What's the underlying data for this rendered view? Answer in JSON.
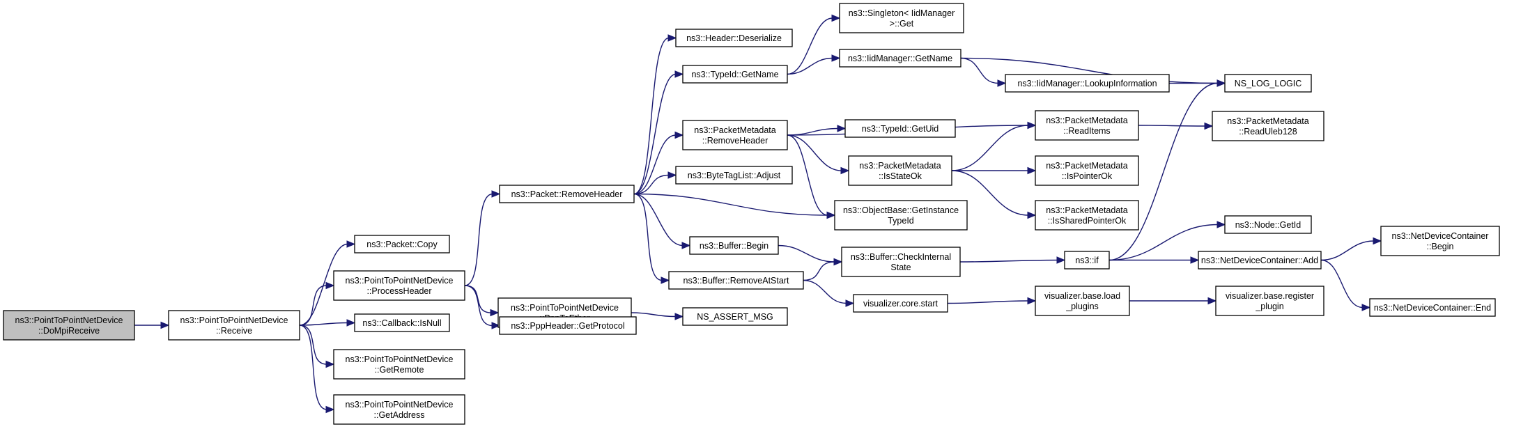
{
  "graph": {
    "type": "call-graph",
    "colors": {
      "edge": "#191970",
      "node_border": "#000000",
      "root_fill": "#bfbfbf",
      "node_fill": "#ffffff"
    },
    "nodes": [
      {
        "id": "n0",
        "lines": [
          "ns3::PointToPointNetDevice",
          "::DoMpiReceive"
        ],
        "root": true
      },
      {
        "id": "n1",
        "lines": [
          "ns3::PointToPointNetDevice",
          "::Receive"
        ]
      },
      {
        "id": "n2",
        "lines": [
          "ns3::Packet::Copy"
        ]
      },
      {
        "id": "n3",
        "lines": [
          "ns3::PointToPointNetDevice",
          "::ProcessHeader"
        ]
      },
      {
        "id": "n4",
        "lines": [
          "ns3::Callback::IsNull"
        ]
      },
      {
        "id": "n5",
        "lines": [
          "ns3::PointToPointNetDevice",
          "::GetRemote"
        ]
      },
      {
        "id": "n6",
        "lines": [
          "ns3::PointToPointNetDevice",
          "::GetAddress"
        ]
      },
      {
        "id": "n7",
        "lines": [
          "ns3::Packet::RemoveHeader"
        ]
      },
      {
        "id": "n8",
        "lines": [
          "ns3::PointToPointNetDevice",
          "::PppToEther"
        ]
      },
      {
        "id": "n9",
        "lines": [
          "ns3::PppHeader::GetProtocol"
        ]
      },
      {
        "id": "n10",
        "lines": [
          "ns3::Header::Deserialize"
        ]
      },
      {
        "id": "n11",
        "lines": [
          "ns3::TypeId::GetName"
        ]
      },
      {
        "id": "n12",
        "lines": [
          "ns3::PacketMetadata",
          "::RemoveHeader"
        ]
      },
      {
        "id": "n13",
        "lines": [
          "ns3::ByteTagList::Adjust"
        ]
      },
      {
        "id": "n14",
        "lines": [
          "ns3::Buffer::Begin"
        ]
      },
      {
        "id": "n15",
        "lines": [
          "ns3::Buffer::RemoveAtStart"
        ]
      },
      {
        "id": "n16",
        "lines": [
          "NS_ASSERT_MSG"
        ]
      },
      {
        "id": "n17",
        "lines": [
          "ns3::Singleton< IidManager",
          ">::Get"
        ]
      },
      {
        "id": "n18",
        "lines": [
          "ns3::IidManager::GetName"
        ]
      },
      {
        "id": "n19",
        "lines": [
          "ns3::TypeId::GetUid"
        ]
      },
      {
        "id": "n20",
        "lines": [
          "ns3::PacketMetadata",
          "::IsStateOk"
        ]
      },
      {
        "id": "n21",
        "lines": [
          "ns3::ObjectBase::GetInstance",
          "TypeId"
        ]
      },
      {
        "id": "n22",
        "lines": [
          "ns3::Buffer::CheckInternal",
          "State"
        ]
      },
      {
        "id": "n23",
        "lines": [
          "visualizer.core.start"
        ]
      },
      {
        "id": "n24",
        "lines": [
          "ns3::IidManager::LookupInformation"
        ]
      },
      {
        "id": "n25",
        "lines": [
          "ns3::PacketMetadata",
          "::ReadItems"
        ]
      },
      {
        "id": "n26",
        "lines": [
          "ns3::PacketMetadata",
          "::IsPointerOk"
        ]
      },
      {
        "id": "n27",
        "lines": [
          "ns3::PacketMetadata",
          "::IsSharedPointerOk"
        ]
      },
      {
        "id": "n28",
        "lines": [
          "ns3::if"
        ]
      },
      {
        "id": "n29",
        "lines": [
          "visualizer.base.load",
          "_plugins"
        ]
      },
      {
        "id": "n30",
        "lines": [
          "NS_LOG_LOGIC"
        ]
      },
      {
        "id": "n31",
        "lines": [
          "ns3::PacketMetadata",
          "::ReadUleb128"
        ]
      },
      {
        "id": "n32",
        "lines": [
          "ns3::Node::GetId"
        ]
      },
      {
        "id": "n33",
        "lines": [
          "ns3::NetDeviceContainer::Add"
        ]
      },
      {
        "id": "n34",
        "lines": [
          "visualizer.base.register",
          "_plugin"
        ]
      },
      {
        "id": "n35",
        "lines": [
          "ns3::NetDeviceContainer",
          "::Begin"
        ]
      },
      {
        "id": "n36",
        "lines": [
          "ns3::NetDeviceContainer::End"
        ]
      }
    ],
    "edges": [
      [
        "n0",
        "n1"
      ],
      [
        "n1",
        "n2"
      ],
      [
        "n1",
        "n3"
      ],
      [
        "n1",
        "n4"
      ],
      [
        "n1",
        "n5"
      ],
      [
        "n1",
        "n6"
      ],
      [
        "n3",
        "n7"
      ],
      [
        "n3",
        "n8"
      ],
      [
        "n3",
        "n9"
      ],
      [
        "n8",
        "n16"
      ],
      [
        "n7",
        "n10"
      ],
      [
        "n7",
        "n11"
      ],
      [
        "n7",
        "n12"
      ],
      [
        "n7",
        "n13"
      ],
      [
        "n7",
        "n14"
      ],
      [
        "n7",
        "n15"
      ],
      [
        "n7",
        "n21"
      ],
      [
        "n11",
        "n17"
      ],
      [
        "n11",
        "n18"
      ],
      [
        "n18",
        "n24"
      ],
      [
        "n18",
        "n30"
      ],
      [
        "n24",
        "n30"
      ],
      [
        "n12",
        "n19"
      ],
      [
        "n12",
        "n20"
      ],
      [
        "n12",
        "n25"
      ],
      [
        "n12",
        "n21"
      ],
      [
        "n20",
        "n25"
      ],
      [
        "n20",
        "n26"
      ],
      [
        "n20",
        "n27"
      ],
      [
        "n25",
        "n31"
      ],
      [
        "n14",
        "n22"
      ],
      [
        "n15",
        "n22"
      ],
      [
        "n15",
        "n23"
      ],
      [
        "n22",
        "n28"
      ],
      [
        "n23",
        "n29"
      ],
      [
        "n29",
        "n34"
      ],
      [
        "n28",
        "n30"
      ],
      [
        "n28",
        "n32"
      ],
      [
        "n28",
        "n33"
      ],
      [
        "n33",
        "n35"
      ],
      [
        "n33",
        "n36"
      ]
    ]
  }
}
